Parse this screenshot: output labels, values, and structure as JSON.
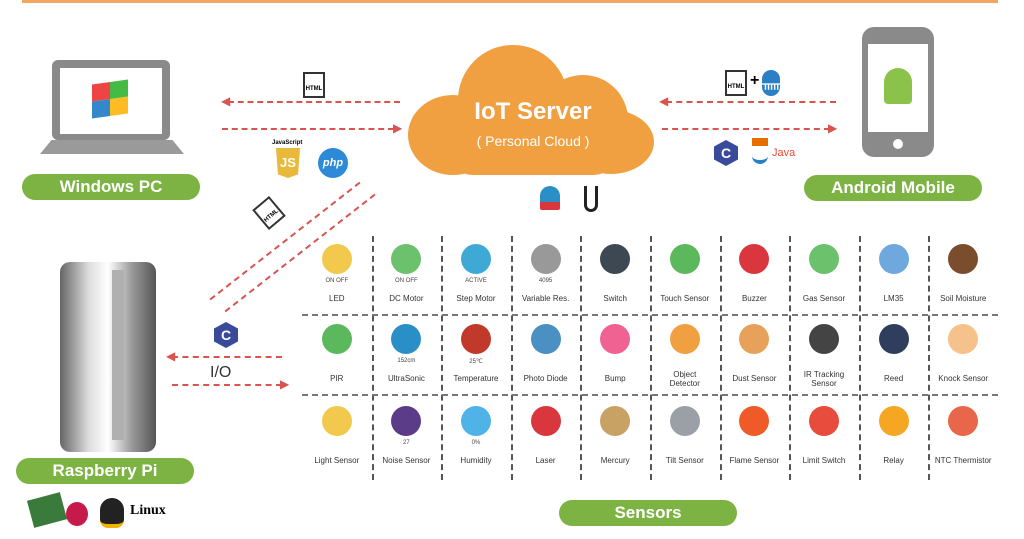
{
  "server": {
    "title": "IoT Server",
    "subtitle": "( Personal Cloud )"
  },
  "labels": {
    "windows": "Windows PC",
    "android": "Android Mobile",
    "raspberry": "Raspberry Pi",
    "sensors": "Sensors",
    "io": "I/O",
    "linux": "Linux",
    "js": "JS",
    "js_caption": "JavaScript",
    "php": "php",
    "java": "Java",
    "c": "C",
    "html": "HTML"
  },
  "colors": {
    "accent": "#f0a040",
    "green": "#7cb342",
    "arrow": "#d9534f"
  },
  "sensors": [
    {
      "label": "LED",
      "sub": "ON  OFF",
      "color": "#f2c94c"
    },
    {
      "label": "DC Motor",
      "sub": "ON  OFF",
      "color": "#6cc26c"
    },
    {
      "label": "Step Motor",
      "sub": "ACTIVE",
      "color": "#3fa9d6"
    },
    {
      "label": "Variable Res.",
      "sub": "4095",
      "color": "#999999"
    },
    {
      "label": "Switch",
      "sub": "",
      "color": "#3d4852"
    },
    {
      "label": "Touch Sensor",
      "sub": "",
      "color": "#5cb85c"
    },
    {
      "label": "Buzzer",
      "sub": "",
      "color": "#d9363e"
    },
    {
      "label": "Gas Sensor",
      "sub": "",
      "color": "#6cc26c"
    },
    {
      "label": "LM35",
      "sub": "",
      "color": "#6fa8dc"
    },
    {
      "label": "Soil Moisture",
      "sub": "",
      "color": "#7a4e2d"
    },
    {
      "label": "PIR",
      "sub": "",
      "color": "#5cb85c"
    },
    {
      "label": "UltraSonic",
      "sub": "152cm",
      "color": "#2a8fc7"
    },
    {
      "label": "Temperature",
      "sub": "25℃",
      "color": "#c0392b"
    },
    {
      "label": "Photo Diode",
      "sub": "",
      "color": "#4a90c2"
    },
    {
      "label": "Bump",
      "sub": "",
      "color": "#f06292"
    },
    {
      "label": "Object Detector",
      "sub": "",
      "color": "#f0a040"
    },
    {
      "label": "Dust Sensor",
      "sub": "",
      "color": "#e8a15a"
    },
    {
      "label": "IR Tracking Sensor",
      "sub": "",
      "color": "#444444"
    },
    {
      "label": "Reed",
      "sub": "",
      "color": "#2f3e5c"
    },
    {
      "label": "Knock Sensor",
      "sub": "",
      "color": "#f5c28b"
    },
    {
      "label": "Light Sensor",
      "sub": "",
      "color": "#f2c94c"
    },
    {
      "label": "Noise Sensor",
      "sub": "27",
      "color": "#5b3c88"
    },
    {
      "label": "Humidity",
      "sub": "0%",
      "color": "#4fb3e8"
    },
    {
      "label": "Laser",
      "sub": "",
      "color": "#d9363e"
    },
    {
      "label": "Mercury",
      "sub": "",
      "color": "#c8a165"
    },
    {
      "label": "Tilt Sensor",
      "sub": "",
      "color": "#9aa0a6"
    },
    {
      "label": "Flame Sensor",
      "sub": "",
      "color": "#f05a28"
    },
    {
      "label": "Limit Switch",
      "sub": "",
      "color": "#e74c3c"
    },
    {
      "label": "Relay",
      "sub": "",
      "color": "#f5a623"
    },
    {
      "label": "NTC Thermistor",
      "sub": "",
      "color": "#e8674a"
    }
  ]
}
